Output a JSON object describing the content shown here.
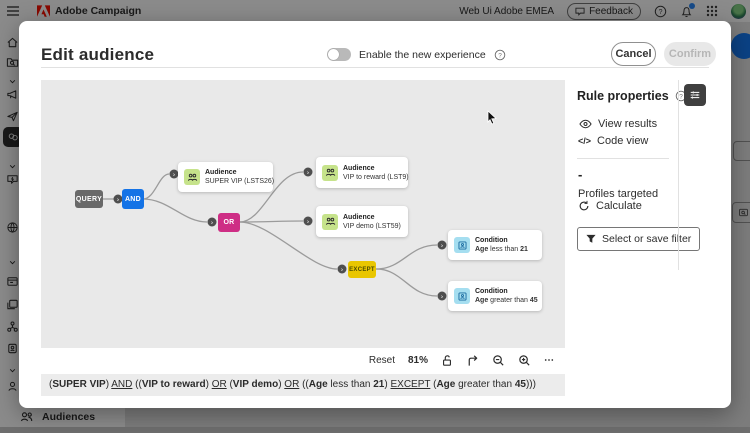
{
  "topbar": {
    "app_title": "Adobe Campaign",
    "environment": "Web Ui Adobe EMEA",
    "feedback_label": "Feedback"
  },
  "base_page": {
    "bottom_nav_item": "Audiences"
  },
  "modal": {
    "title": "Edit audience",
    "toggle_label": "Enable the new experience",
    "cancel_label": "Cancel",
    "confirm_label": "Confirm"
  },
  "canvas": {
    "nodes": {
      "query": "QUERY",
      "and": "AND",
      "or": "OR",
      "except": "EXCEPT"
    },
    "cards": [
      {
        "type": "Audience",
        "name": "SUPER VIP (LSTS26)",
        "icon": "audience-group-icon"
      },
      {
        "type": "Audience",
        "name": "VIP to reward (LST9)",
        "icon": "audience-group-icon"
      },
      {
        "type": "Audience",
        "name": "VIP demo (LST59)",
        "icon": "audience-group-icon"
      },
      {
        "type": "Condition",
        "icon": "condition-profile-icon",
        "name_segments": [
          {
            "t": "Age ",
            "b": true
          },
          {
            "t": "less than "
          },
          {
            "t": "21",
            "b": true
          }
        ]
      },
      {
        "type": "Condition",
        "icon": "condition-profile-icon",
        "name_segments": [
          {
            "t": "Age ",
            "b": true
          },
          {
            "t": "greater than "
          },
          {
            "t": "45",
            "b": true
          }
        ]
      }
    ],
    "toolbar": {
      "reset_label": "Reset",
      "zoom_level": "81%",
      "more_label": "⋯"
    },
    "formula": [
      {
        "t": "("
      },
      {
        "t": "SUPER VIP",
        "b": true
      },
      {
        "t": ") "
      },
      {
        "t": "AND",
        "u": true
      },
      {
        "t": " (("
      },
      {
        "t": "VIP to reward",
        "b": true
      },
      {
        "t": ") "
      },
      {
        "t": "OR",
        "u": true
      },
      {
        "t": " ("
      },
      {
        "t": "VIP demo",
        "b": true
      },
      {
        "t": ") "
      },
      {
        "t": "OR",
        "u": true
      },
      {
        "t": " (("
      },
      {
        "t": "Age",
        "b": true
      },
      {
        "t": " less than "
      },
      {
        "t": "21",
        "b": true
      },
      {
        "t": ") "
      },
      {
        "t": "EXCEPT",
        "u": true
      },
      {
        "t": " ("
      },
      {
        "t": "Age",
        "b": true
      },
      {
        "t": " greater than "
      },
      {
        "t": "45",
        "b": true
      },
      {
        "t": ")))"
      }
    ]
  },
  "panel": {
    "title": "Rule properties",
    "view_results": "View results",
    "code_view": "Code view",
    "profiles_value": "-",
    "profiles_label": "Profiles targeted",
    "calculate_label": "Calculate",
    "filter_button": "Select or save filter"
  },
  "colors": {
    "accent_blue": "#1473E6",
    "and_node": "#1473E6",
    "or_node": "#CE2E85",
    "except_node": "#E9C600",
    "query_node": "#696969",
    "audience_icon_bg": "#C6E38B",
    "condition_icon_bg": "#A5DEF0",
    "canvas_bg": "#E9E9E9"
  }
}
